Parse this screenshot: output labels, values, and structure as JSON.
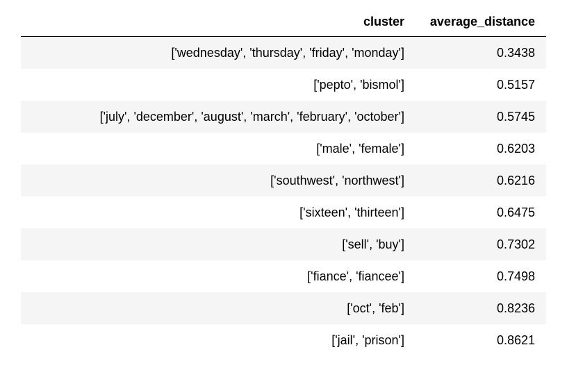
{
  "table": {
    "headers": {
      "cluster": "cluster",
      "average_distance": "average_distance"
    },
    "rows": [
      {
        "cluster": "['wednesday', 'thursday', 'friday', 'monday']",
        "average_distance": "0.3438"
      },
      {
        "cluster": "['pepto', 'bismol']",
        "average_distance": "0.5157"
      },
      {
        "cluster": "['july', 'december', 'august', 'march', 'february', 'october']",
        "average_distance": "0.5745"
      },
      {
        "cluster": "['male', 'female']",
        "average_distance": "0.6203"
      },
      {
        "cluster": "['southwest', 'northwest']",
        "average_distance": "0.6216"
      },
      {
        "cluster": "['sixteen', 'thirteen']",
        "average_distance": "0.6475"
      },
      {
        "cluster": "['sell', 'buy']",
        "average_distance": "0.7302"
      },
      {
        "cluster": "['fiance', 'fiancee']",
        "average_distance": "0.7498"
      },
      {
        "cluster": "['oct', 'feb']",
        "average_distance": "0.8236"
      },
      {
        "cluster": "['jail', 'prison']",
        "average_distance": "0.8621"
      }
    ]
  },
  "colors": {
    "stripe": "#f5f5f5",
    "header_rule": "#000000"
  }
}
